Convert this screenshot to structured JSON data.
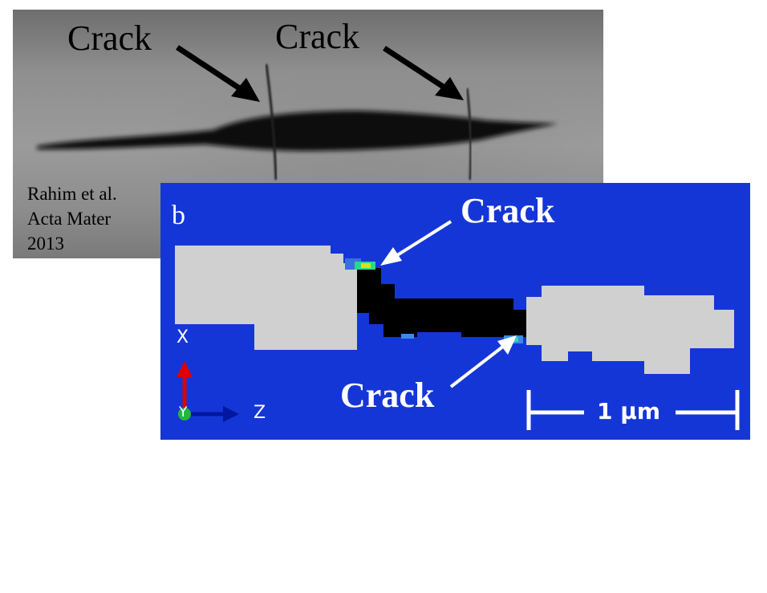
{
  "panel_a": {
    "crack_label_left": "Crack",
    "crack_label_right": "Crack",
    "citation": [
      "Rahim et al.",
      "Acta Mater",
      "2013"
    ]
  },
  "panel_b": {
    "panel_letter": "b",
    "crack_label_top": "Crack",
    "crack_label_bottom": "Crack",
    "axis_x": "X",
    "axis_y": "Y",
    "axis_z": "Z",
    "scale_bar": "1 μm",
    "colors": {
      "background": "#1536d6",
      "grain": "#d0d0d0",
      "precipitate": "#000000",
      "crack_highlight": "#2bd88a"
    }
  }
}
